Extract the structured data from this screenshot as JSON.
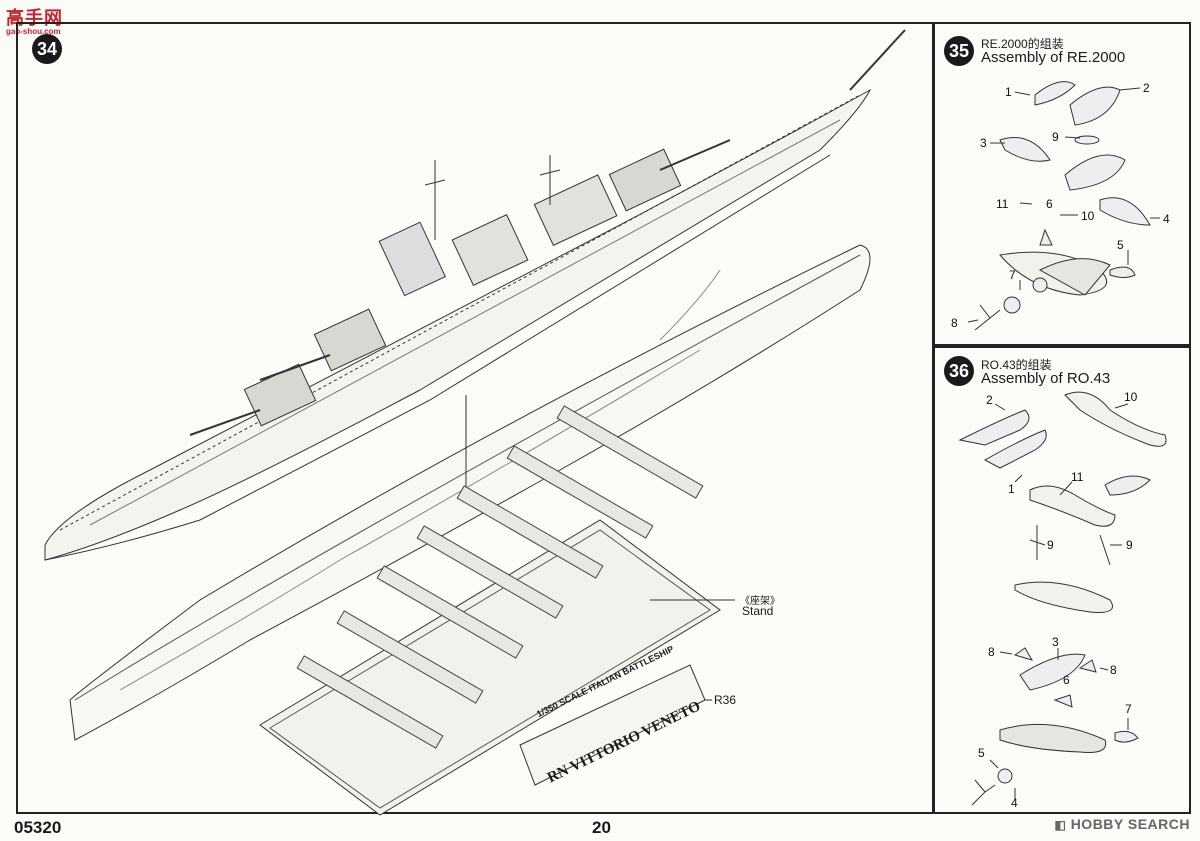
{
  "watermark": {
    "site_cn": "高手网",
    "site_url": "gao-shou.com"
  },
  "step_34": {
    "number": "34"
  },
  "step_35": {
    "number": "35",
    "title_cn": "RE.2000的组装",
    "title_en": "Assembly of RE.2000",
    "parts": [
      "1",
      "2",
      "3",
      "9",
      "11",
      "6",
      "10",
      "4",
      "5",
      "7",
      "8"
    ]
  },
  "step_36": {
    "number": "36",
    "title_cn": "RO.43的组装",
    "title_en": "Assembly of  RO.43",
    "parts": [
      "2",
      "10",
      "1",
      "11",
      "9",
      "9",
      "8",
      "3",
      "8",
      "6",
      "7",
      "5",
      "4"
    ]
  },
  "stand": {
    "label_cn": "《座架》",
    "label_en": "Stand"
  },
  "nameplate": {
    "line1": "1/350  SCALE  ITALIAN  BATTLESHIP",
    "line2": "RN VITTORIO VENETO",
    "part_code": "R36"
  },
  "footer": {
    "product_code": "05320",
    "page_number": "20",
    "source": "HOBBY SEARCH"
  }
}
